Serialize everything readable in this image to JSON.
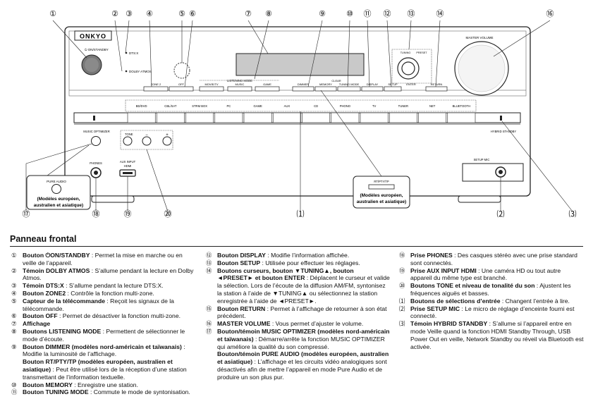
{
  "device": {
    "brand": "ONKYO",
    "labels": {
      "on_standby": "⏻ ON/STANDBY",
      "dts_x": "DTS:X",
      "dolby_atmos": "DOLBY ATMOS",
      "zone2": "ZONE 2",
      "off": "OFF",
      "listening_mode": "LISTENING MODE",
      "movie_tv": "MOVIE/TV",
      "music": "MUSIC",
      "game": "GAME",
      "dimmer": "DIMMER",
      "memory": "MEMORY",
      "clear": "CLEAR",
      "tuning_mode": "TUNING MODE",
      "display": "DISPLAY",
      "setup": "SETUP",
      "preset": "PRESET",
      "tuning": "TUNING",
      "enter": "ENTER",
      "return": "RETURN",
      "master_volume": "MASTER VOLUME",
      "music_optimizer": "MUSIC OPTIMIZER",
      "hybrid_standby": "HYBRID STANDBY",
      "tone": "TONE",
      "minus": "−",
      "plus": "+",
      "phones": "PHONES",
      "aux_input": "AUX INPUT",
      "hdmi": "HDMI",
      "setup_mic": "SETUP MIC",
      "pure_audio": "PURE AUDIO",
      "rt_pty_tp": "RT/PTY/TP"
    },
    "inputs": [
      "BD/DVD",
      "CBL/SAT",
      "STRM BOX",
      "PC",
      "GAME",
      "AUX",
      "CD",
      "PHONO",
      "TV",
      "TUNER",
      "NET",
      "BLUETOOTH"
    ],
    "callout_numbers": [
      "①",
      "②",
      "③",
      "④",
      "⑤",
      "⑥",
      "⑦",
      "⑧",
      "⑨",
      "⑩",
      "⑪",
      "⑫",
      "⑬",
      "⑭",
      "⑮",
      "⑯",
      "⑰",
      "⑱",
      "⑲",
      "⑳",
      "⑴",
      "⑵",
      "⑶"
    ],
    "note_pure_audio": [
      "(Modèles européen,",
      "australien et asiatique)"
    ],
    "note_rt": [
      "(Modèles européen,",
      "australien et asiatique)"
    ]
  },
  "section_title": "Panneau frontal",
  "items": {
    "i1": {
      "num": "①",
      "bold": "Bouton ⏻ON/STANDBY",
      "text": " : Permet la mise en marche ou en veille de l’appareil."
    },
    "i2": {
      "num": "②",
      "bold": "Témoin DOLBY ATMOS",
      "text": " : S’allume pendant la lecture en Dolby Atmos."
    },
    "i3": {
      "num": "③",
      "bold": "Témoin DTS:X",
      "text": " : S’allume pendant la lecture DTS:X."
    },
    "i4": {
      "num": "④",
      "bold": "Bouton ZONE2",
      "text": " : Contrôle la fonction multi-zone."
    },
    "i5": {
      "num": "⑤",
      "bold": "Capteur de la télécommande",
      "text": " : Reçoit les signaux de la télécommande."
    },
    "i6": {
      "num": "⑥",
      "bold": "Bouton OFF",
      "text": " : Permet de désactiver la fonction multi-zone."
    },
    "i7": {
      "num": "⑦",
      "bold": "Affichage",
      "text": ""
    },
    "i8": {
      "num": "⑧",
      "bold": "Boutons LISTENING MODE",
      "text": " : Permettent de sélectionner le mode d’écoute."
    },
    "i9": {
      "num": "⑨",
      "bold": "Bouton DIMMER (modèles nord-américain et taïwanais)",
      "text": " : Modifie la luminosité de l’affichage."
    },
    "i9b": {
      "bold": "Bouton RT/PTY/TP (modèles européen, australien et asiatique)",
      "text": " : Peut être utilisé lors de la réception d’une station transmettant de l’information textuelle."
    },
    "i10": {
      "num": "⑩",
      "bold": "Bouton MEMORY",
      "text": " : Enregistre une station."
    },
    "i11": {
      "num": "⑪",
      "bold": "Bouton TUNING MODE",
      "text": " : Commute le mode de syntonisation."
    },
    "i12": {
      "num": "⑫",
      "bold": "Bouton DISPLAY",
      "text": " : Modifie l’information affichée."
    },
    "i13": {
      "num": "⑬",
      "bold": "Bouton SETUP",
      "text": " : Utilisée pour effectuer les réglages."
    },
    "i14": {
      "num": "⑭",
      "bold": "Boutons curseurs, bouton ▼TUNING▲, bouton ◄PRESET► et bouton ENTER",
      "text": " : Déplacent le curseur et valide la sélection. Lors de l’écoute de la diffusion AM/FM, syntonisez la station à l’aide de ▼TUNING▲ ou sélectionnez la station enregistrée à l’aide de ◄PRESET►."
    },
    "i15": {
      "num": "⑮",
      "bold": "Bouton RETURN",
      "text": " : Permet à l’affichage de retourner à son état précédent."
    },
    "i16": {
      "num": "⑯",
      "bold": "MASTER VOLUME",
      "text": " : Vous permet d’ajuster le volume."
    },
    "i17": {
      "num": "⑰",
      "bold": "Bouton/témoin MUSIC OPTIMIZER (modèles nord-américain et taïwanais)",
      "text": " : Démarre/arrête la fonction MUSIC OPTIMIZER qui améliore la qualité du son compressé."
    },
    "i17b": {
      "bold": "Bouton/témoin PURE AUDIO (modèles européen, australien et asiatique)",
      "text": " : L’affichage et les circuits vidéo analogiques sont désactivés afin de mettre l’appareil en mode Pure Audio et de produire un son plus pur."
    },
    "i18": {
      "num": "⑱",
      "bold": "Prise PHONES",
      "text": " : Des casques stéréo avec une prise standard sont connectés."
    },
    "i19": {
      "num": "⑲",
      "bold": "Prise AUX INPUT HDMI",
      "text": " : Une caméra HD ou tout autre appareil du même type est branché."
    },
    "i20": {
      "num": "⑳",
      "bold": "Boutons TONE et niveau de tonalité du son",
      "text": " : Ajustent les fréquences aiguës et basses."
    },
    "i21": {
      "num": "⑴",
      "bold": "Boutons de sélections d’entrée",
      "text": " : Changent l’entrée à lire."
    },
    "i22": {
      "num": "⑵",
      "bold": "Prise SETUP MIC",
      "text": " : Le micro de réglage d’enceinte fourni est connecté."
    },
    "i23": {
      "num": "⑶",
      "bold": "Témoin HYBRID STANDBY",
      "text": " : S’allume si l’appareil entre en mode Veille quand la fonction HDMI Standby Through, USB Power Out en veille, Network Standby ou réveil via Bluetooth est activée."
    }
  }
}
